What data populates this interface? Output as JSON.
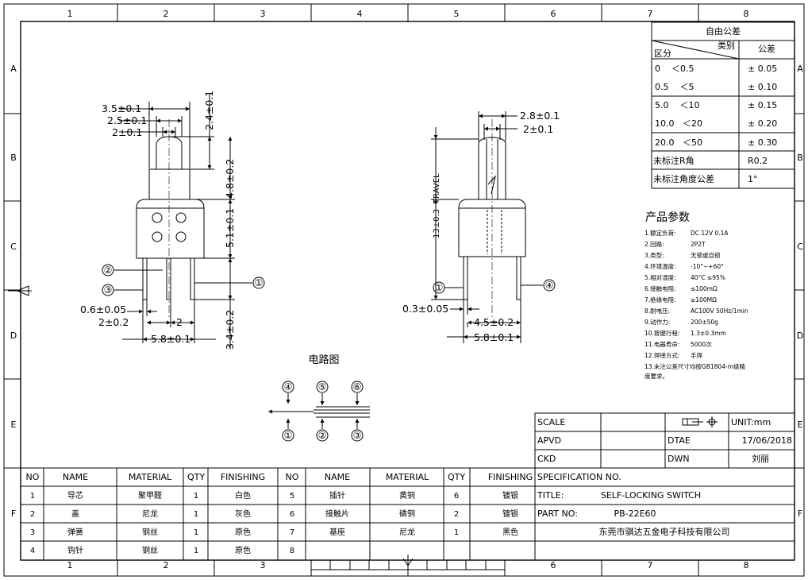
{
  "frame": {
    "col_numbers": [
      "1",
      "2",
      "3",
      "4",
      "5",
      "6",
      "7",
      "8"
    ],
    "row_letters": [
      "A",
      "B",
      "C",
      "D",
      "E",
      "F"
    ]
  },
  "front_view": {
    "dims": {
      "w_top": "3.5±0.1",
      "w_mid": "2.5±0.1",
      "w_tip": "2±0.1",
      "h_cap": "2.4±0.1",
      "h_stem": "4.8±0.2",
      "h_body": "5.1±0.1",
      "h_pins": "3.4±0.2",
      "pin_w": "0.6±0.05",
      "pitch_a": "2±0.2",
      "pitch_b": "2",
      "width": "5.8±0.1"
    },
    "callouts": [
      "②",
      "③",
      "①"
    ]
  },
  "side_view": {
    "dims": {
      "w_top": "2.8±0.1",
      "w_tip": "2±0.1",
      "travel": "TRAVEL",
      "height": "13±0.3",
      "pin_w": "0.3±0.05",
      "pitch": "4.5±0.2",
      "width": "5.8±0.1"
    },
    "callouts": [
      "①",
      "④"
    ]
  },
  "circuit": {
    "title": "电路图",
    "top": [
      "④",
      "⑤",
      "⑥"
    ],
    "bottom": [
      "①",
      "②",
      "③"
    ]
  },
  "tolerance_table": {
    "title": "自由公差",
    "h_category": "类别",
    "h_range": "区分",
    "h_tol": "公差",
    "rows": [
      {
        "range": "0    ＜0.5",
        "tol": "± 0.05"
      },
      {
        "range": "0.5    ＜5",
        "tol": "± 0.10"
      },
      {
        "range": "5.0    ＜10",
        "tol": "± 0.15"
      },
      {
        "range": "10.0   ＜20",
        "tol": "± 0.20"
      },
      {
        "range": "20.0   ＜50",
        "tol": "± 0.30"
      },
      {
        "range": "未标注R角",
        "tol": "R0.2"
      },
      {
        "range": "未标注角度公差",
        "tol": "1°"
      }
    ]
  },
  "params": {
    "title": "产品参数",
    "items": [
      {
        "label": "1.额定负荷:",
        "value": "DC 12V 0.1A"
      },
      {
        "label": "2.回路:",
        "value": "2P2T"
      },
      {
        "label": "3.类型:",
        "value": "无锁或自锁"
      },
      {
        "label": "4.环境温度:",
        "value": "-10°~+60°"
      },
      {
        "label": "5.相对湿度:",
        "value": "40°C ≤95%"
      },
      {
        "label": "6.接触电阻:",
        "value": "≤100mΩ"
      },
      {
        "label": "7.绝缘电阻:",
        "value": "≥100MΩ"
      },
      {
        "label": "8.耐电压:",
        "value": "AC100V 50Hz/1min"
      },
      {
        "label": "9.动作力:",
        "value": "200±50g"
      },
      {
        "label": "10.按键行程:",
        "value": "1.3±0.3mm"
      },
      {
        "label": "11.电器寿命:",
        "value": "5000次"
      },
      {
        "label": "12.焊接方式:",
        "value": "手焊"
      },
      {
        "label": "13.未注公差尺寸均按GB1804-m级精",
        "value": ""
      },
      {
        "label": "度要求。",
        "value": ""
      }
    ]
  },
  "title_block": {
    "scale_label": "SCALE",
    "unit": "UNIT:mm",
    "apvd_label": "APVD",
    "dtae_label": "DTAE",
    "date": "17/06/2018",
    "ckd_label": "CKD",
    "dwn_label": "DWN",
    "dwn_name": "刘丽",
    "spec_label": "SPECIFICATION NO.",
    "title_label": "TITLE:",
    "title_value": "SELF-LOCKING SWITCH",
    "part_label": "PART NO:",
    "part_value": "PB-22E60",
    "company": "东莞市骐达五金电子科技有限公司"
  },
  "bom": {
    "headers": [
      "NO",
      "NAME",
      "MATERIAL",
      "QTY",
      "FINISHING"
    ],
    "left": [
      {
        "no": "1",
        "name": "导芯",
        "material": "聚甲醛",
        "qty": "1",
        "finishing": "白色"
      },
      {
        "no": "2",
        "name": "盖",
        "material": "尼龙",
        "qty": "1",
        "finishing": "灰色"
      },
      {
        "no": "3",
        "name": "弹簧",
        "material": "钢丝",
        "qty": "1",
        "finishing": "原色"
      },
      {
        "no": "4",
        "name": "钩针",
        "material": "钢丝",
        "qty": "1",
        "finishing": "原色"
      }
    ],
    "right": [
      {
        "no": "5",
        "name": "插针",
        "material": "黄铜",
        "qty": "6",
        "finishing": "镀银"
      },
      {
        "no": "6",
        "name": "接触片",
        "material": "磷铜",
        "qty": "2",
        "finishing": "镀银"
      },
      {
        "no": "7",
        "name": "基座",
        "material": "尼龙",
        "qty": "1",
        "finishing": "黑色"
      },
      {
        "no": "8",
        "name": "",
        "material": "",
        "qty": "",
        "finishing": ""
      }
    ]
  }
}
